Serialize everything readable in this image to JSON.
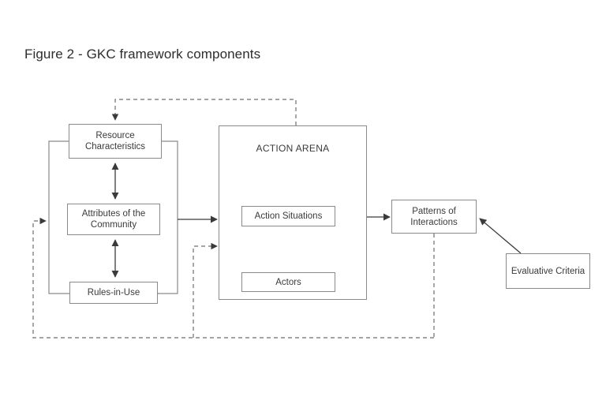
{
  "figure": {
    "title": "Figure 2 - GKC framework components",
    "background_color": "#ffffff",
    "line_color": "#8a8a8a",
    "arrow_color": "#3a3a3a",
    "text_color": "#3a3a3a"
  },
  "nodes": {
    "resource_characteristics": "Resource Characteristics",
    "attributes_of_the_community": "Attributes of the Community",
    "rules_in_use": "Rules-in-Use",
    "action_arena": "ACTION ARENA",
    "action_situations": "Action Situations",
    "actors": "Actors",
    "patterns_of_interactions": "Patterns of Interactions",
    "evaluative_criteria": "Evaluative Criteria"
  },
  "edges": [
    {
      "id": "resource-to-attributes",
      "from": "resource_characteristics",
      "to": "attributes_of_the_community",
      "style": "solid",
      "arrows": "both"
    },
    {
      "id": "attributes-to-rules",
      "from": "attributes_of_the_community",
      "to": "rules_in_use",
      "style": "solid",
      "arrows": "both"
    },
    {
      "id": "exogenous-to-action-arena",
      "from": "exogenous_variables_group",
      "to": "action_arena",
      "style": "solid",
      "arrows": "end"
    },
    {
      "id": "action-arena-to-patterns",
      "from": "action_arena",
      "to": "patterns_of_interactions",
      "style": "solid",
      "arrows": "end"
    },
    {
      "id": "evaluative-to-patterns",
      "from": "evaluative_criteria",
      "to": "patterns_of_interactions",
      "style": "solid",
      "arrows": "end"
    },
    {
      "id": "action-arena-feedback-to-resource",
      "from": "action_arena",
      "to": "resource_characteristics",
      "style": "dashed",
      "arrows": "end"
    },
    {
      "id": "patterns-feedback-to-exogenous",
      "from": "patterns_of_interactions",
      "to": "exogenous_variables_group",
      "style": "dashed",
      "arrows": "end"
    },
    {
      "id": "patterns-feedback-to-action-arena",
      "from": "patterns_of_interactions",
      "to": "action_arena",
      "style": "dashed",
      "arrows": "end"
    }
  ]
}
